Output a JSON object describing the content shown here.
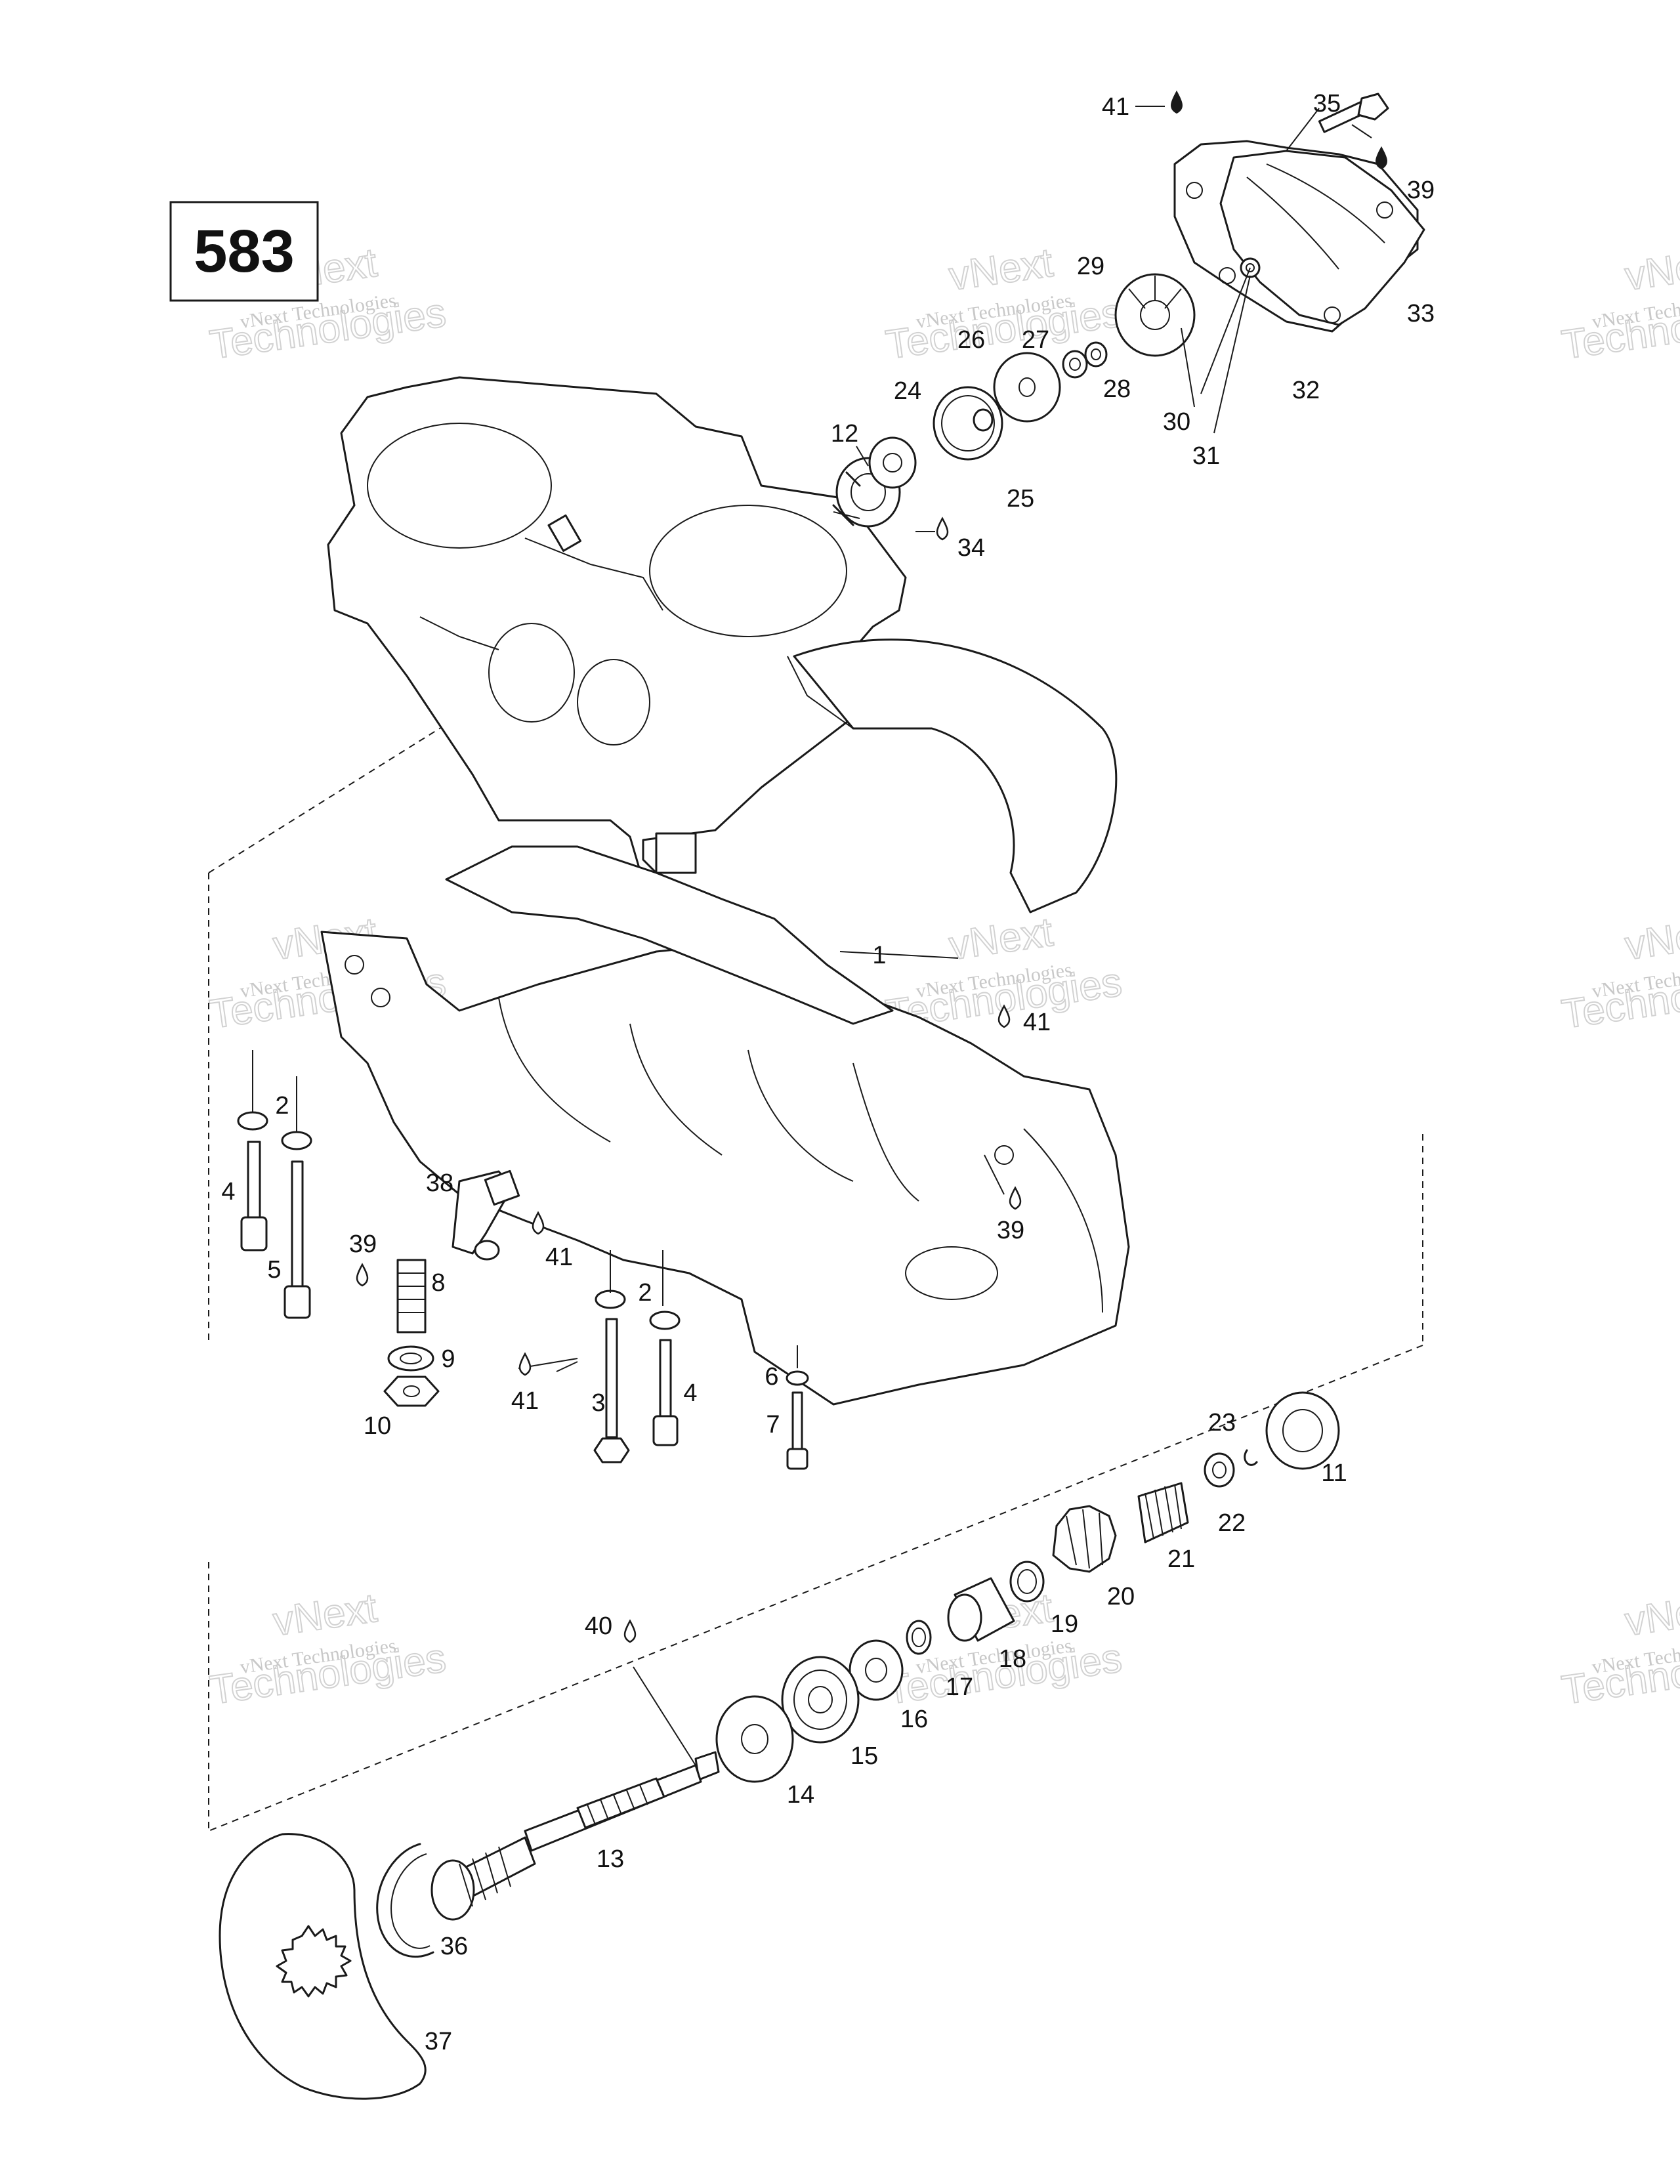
{
  "diagram_number": "583",
  "watermark": {
    "small": "vNext Technologies",
    "large_1": "vNext",
    "large_2": "Technologies"
  },
  "callouts": [
    {
      "id": "c1",
      "text": "1"
    },
    {
      "id": "c2a",
      "text": "2"
    },
    {
      "id": "c2b",
      "text": "2"
    },
    {
      "id": "c3",
      "text": "3"
    },
    {
      "id": "c4a",
      "text": "4"
    },
    {
      "id": "c4b",
      "text": "4"
    },
    {
      "id": "c5",
      "text": "5"
    },
    {
      "id": "c6",
      "text": "6"
    },
    {
      "id": "c7",
      "text": "7"
    },
    {
      "id": "c8",
      "text": "8"
    },
    {
      "id": "c9",
      "text": "9"
    },
    {
      "id": "c10",
      "text": "10"
    },
    {
      "id": "c11",
      "text": "11"
    },
    {
      "id": "c12",
      "text": "12"
    },
    {
      "id": "c13",
      "text": "13"
    },
    {
      "id": "c14",
      "text": "14"
    },
    {
      "id": "c15",
      "text": "15"
    },
    {
      "id": "c16",
      "text": "16"
    },
    {
      "id": "c17",
      "text": "17"
    },
    {
      "id": "c18",
      "text": "18"
    },
    {
      "id": "c19",
      "text": "19"
    },
    {
      "id": "c20",
      "text": "20"
    },
    {
      "id": "c21",
      "text": "21"
    },
    {
      "id": "c22",
      "text": "22"
    },
    {
      "id": "c23",
      "text": "23"
    },
    {
      "id": "c24",
      "text": "24"
    },
    {
      "id": "c25",
      "text": "25"
    },
    {
      "id": "c26",
      "text": "26"
    },
    {
      "id": "c27",
      "text": "27"
    },
    {
      "id": "c28",
      "text": "28"
    },
    {
      "id": "c29",
      "text": "29"
    },
    {
      "id": "c30",
      "text": "30"
    },
    {
      "id": "c31",
      "text": "31"
    },
    {
      "id": "c32",
      "text": "32"
    },
    {
      "id": "c33",
      "text": "33"
    },
    {
      "id": "c34",
      "text": "34"
    },
    {
      "id": "c35",
      "text": "35"
    },
    {
      "id": "c36",
      "text": "36"
    },
    {
      "id": "c37",
      "text": "37"
    },
    {
      "id": "c38",
      "text": "38"
    },
    {
      "id": "c39a",
      "text": "39"
    },
    {
      "id": "c39b",
      "text": "39"
    },
    {
      "id": "c39c",
      "text": "39"
    },
    {
      "id": "c40",
      "text": "40"
    },
    {
      "id": "c41a",
      "text": "41"
    },
    {
      "id": "c41b",
      "text": "41"
    },
    {
      "id": "c41c",
      "text": "41"
    },
    {
      "id": "c41d",
      "text": "41"
    }
  ]
}
